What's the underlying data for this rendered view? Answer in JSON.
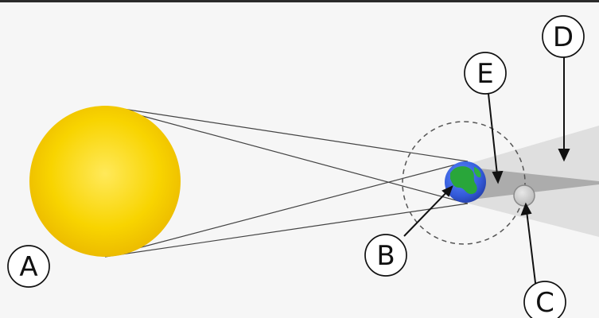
{
  "labels": {
    "a": "A",
    "b": "B",
    "c": "C",
    "d": "D",
    "e": "E"
  },
  "colors": {
    "background": "#f6f6f6",
    "sun": "#f7cf00",
    "earth_ocean": "#3357d6",
    "earth_land": "#29a63a",
    "moon": "#cfcfcf",
    "penumbra": "#dddddd",
    "umbra": "#a9a9a9",
    "lines": "#444444"
  }
}
